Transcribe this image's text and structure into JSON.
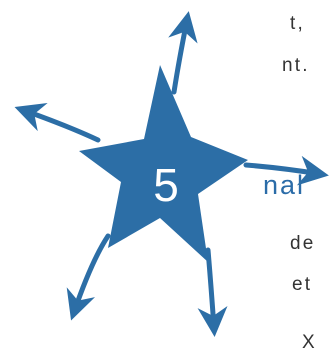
{
  "text": {
    "line1": "t,",
    "line2": "nt.",
    "heading": "nal",
    "line4": "de",
    "line5": "et",
    "line6": "X"
  },
  "star": {
    "number": "5",
    "color": "#2c6ea6",
    "arrow_color": "#2c6ea6",
    "number_color": "#ffffff"
  },
  "arrows": [
    "arrow-up",
    "arrow-left",
    "arrow-right",
    "arrow-down-left",
    "arrow-down"
  ]
}
